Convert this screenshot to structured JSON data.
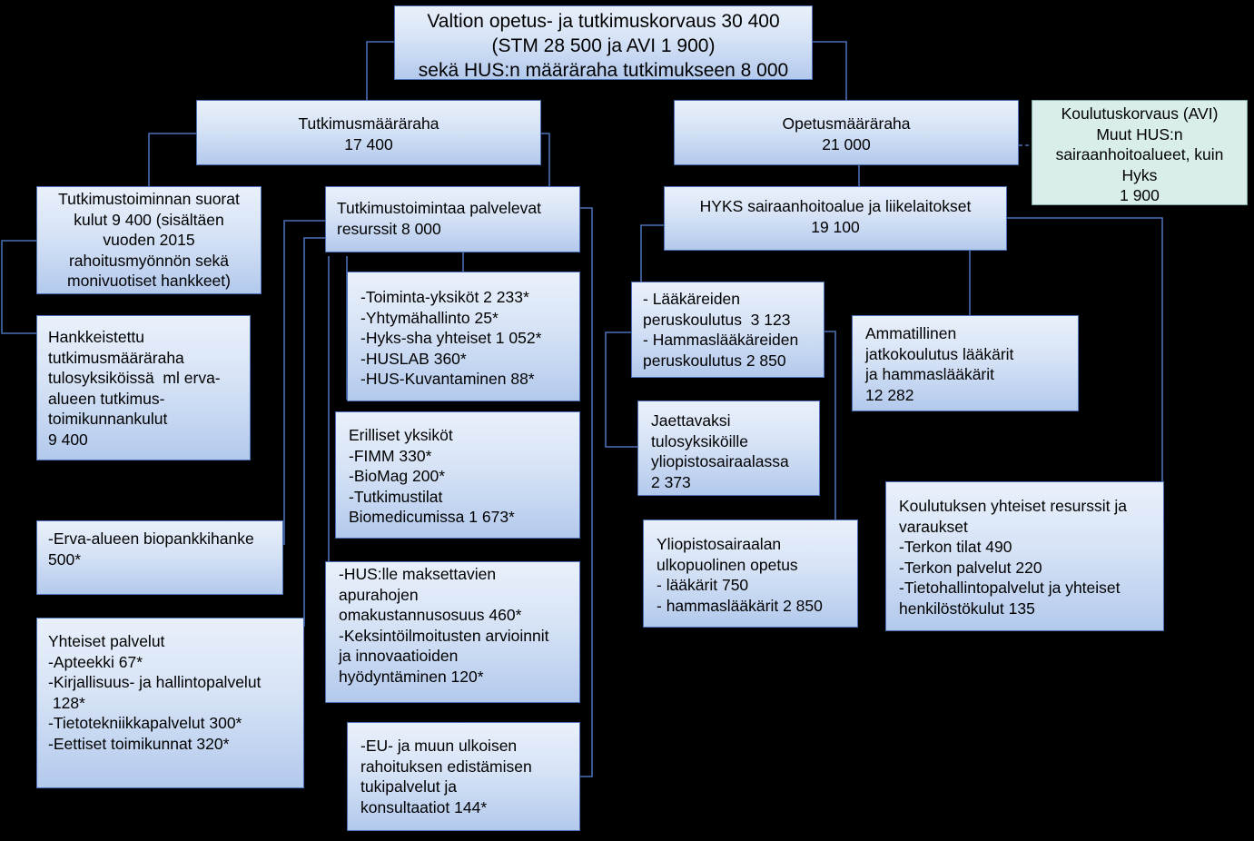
{
  "nodes": {
    "root": [
      "Valtion opetus- ja tutkimuskorvaus 30 400",
      "(STM 28 500 ja AVI 1 900)",
      "sekä HUS:n määräraha tutkimukseen 8 000"
    ],
    "tutkimus": [
      "Tutkimusmääräraha",
      "17 400"
    ],
    "opetus": [
      "Opetusmääräraha",
      "21 000"
    ],
    "koulutuskorvaus": [
      "Koulutuskorvaus (AVI)",
      "Muut HUS:n",
      "sairaanhoitoalueet, kuin",
      "Hyks",
      "1 900"
    ],
    "suorat_kulut": [
      "Tutkimustoiminnan suorat",
      "kulut 9 400 (sisältäen",
      "vuoden 2015",
      "rahoitusmyönnön sekä",
      "monivuotiset hankkeet)"
    ],
    "palvelevat": [
      "Tutkimustoimintaa palvelevat",
      "resurssit 8 000"
    ],
    "hyks": [
      "HYKS sairaanhoitoalue ja liikelaitokset",
      "19 100"
    ],
    "hankkeistettu": [
      "Hankkeistettu",
      "tutkimusmääräraha",
      "tulosyksiköissä  ml erva-",
      "alueen tutkimus-",
      "toimikunnankulut",
      "9 400"
    ],
    "toimintayksikot": [
      "-Toiminta-yksiköt 2 233*",
      "-Yhtymähallinto 25*",
      "-Hyks-sha yhteiset 1 052*",
      "-HUSLAB 360*",
      "-HUS-Kuvantaminen 88*"
    ],
    "laakareiden": [
      "- Lääkäreiden",
      "peruskoulutus  3 123",
      "- Hammaslääkäreiden",
      "peruskoulutus 2 850"
    ],
    "ammatillinen": [
      "Ammatillinen",
      "jatkokoulutus lääkärit",
      "ja hammaslääkärit",
      "12 282"
    ],
    "erilliset": [
      "Erilliset yksiköt",
      "-FIMM 330*",
      "-BioMag 200*",
      "-Tutkimustilat",
      "Biomedicumissa 1 673*"
    ],
    "jaettavaksi": [
      "Jaettavaksi",
      "tulosyksiköille",
      "yliopistosairaalassa",
      "2 373"
    ],
    "biopankki": [
      "-Erva-alueen biopankkihanke",
      "500*"
    ],
    "koulutuksen_yhteiset": [
      "Koulutuksen yhteiset resurssit ja",
      "varaukset",
      "-Terkon tilat 490",
      "-Terkon palvelut 220",
      "-Tietohallintopalvelut ja yhteiset",
      "henkilöstökulut 135"
    ],
    "ulkopuolinen": [
      "Yliopistosairaalan",
      "ulkopuolinen opetus",
      "- lääkärit 750",
      "- hammaslääkärit 2 850"
    ],
    "husille": [
      "-HUS:lle maksettavien",
      "apurahojen",
      "omakustannusosuus 460*",
      "-Keksintöilmoitusten arvioinnit",
      "ja innovaatioiden",
      "hyödyntäminen 120*"
    ],
    "yhteiset_palvelut": [
      "Yhteiset palvelut",
      "-Apteekki 67*",
      "-Kirjallisuus- ja hallintopalvelut",
      " 128*",
      "-Tietotekniikkapalvelut 300*",
      "-Eettiset toimikunnat 320*"
    ],
    "eu": [
      "-EU- ja muun ulkoisen",
      "rahoituksen edistämisen",
      "tukipalvelut ja",
      "konsultaatiot 144*"
    ]
  },
  "colors": {
    "box_border": "#4a6fb5",
    "box_top": "#e9f0fb",
    "box_bottom": "#b3c9ec",
    "green_box": "#d9eeea",
    "connector": "#4a6fb5",
    "background": "#000000"
  }
}
